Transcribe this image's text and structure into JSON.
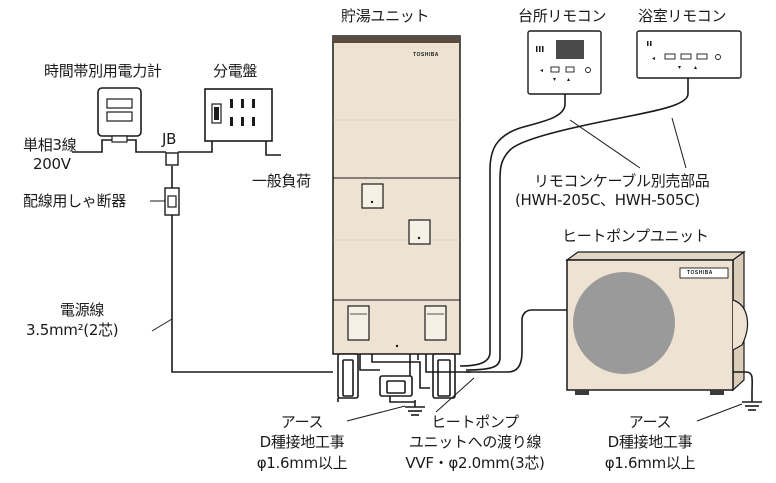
{
  "colors": {
    "line": "#1a1a1a",
    "unit_body": "#eee3d3",
    "unit_top": "#5a4c40",
    "unit_base": "#3a3a3a",
    "fan": "#9a9a9a",
    "remote_body": "#ffffff",
    "remote_screen": "#4a4a4a"
  },
  "icons": {
    "meter": "electric-meter-icon",
    "panel": "distribution-board-icon",
    "breaker": "circuit-breaker-icon",
    "junction": "junction-box-icon",
    "ground": "ground-symbol-icon",
    "fan": "fan-icon"
  },
  "labels": {
    "tank_unit": "貯湯ユニット",
    "kitchen_remote": "台所リモコン",
    "bath_remote": "浴室リモコン",
    "meter": "時間帯別用電力計",
    "panel": "分電盤",
    "single_phase_1": "単相3線",
    "single_phase_2": "200V",
    "jb": "JB",
    "general_load": "一般負荷",
    "breaker": "配線用しゃ断器",
    "remote_cable_1": "リモコンケーブル別売部品",
    "remote_cable_2": "(HWH-205C、HWH-505C)",
    "heat_pump": "ヒートポンプユニット",
    "power_line_1": "電源線",
    "power_line_2": "3.5mm²(2芯)",
    "ground_left_1": "アース",
    "ground_left_2": "D種接地工事",
    "ground_left_3": "φ1.6mm以上",
    "hp_cable_1": "ヒートポンプ",
    "hp_cable_2": "ユニットへの渡り線",
    "hp_cable_3": "VVF・φ2.0mm(3芯)",
    "ground_right_1": "アース",
    "ground_right_2": "D種接地工事",
    "ground_right_3": "φ1.6mm以上"
  },
  "brand": {
    "tank": "TOSHIBA",
    "heat_pump": "TOSHIBA"
  }
}
